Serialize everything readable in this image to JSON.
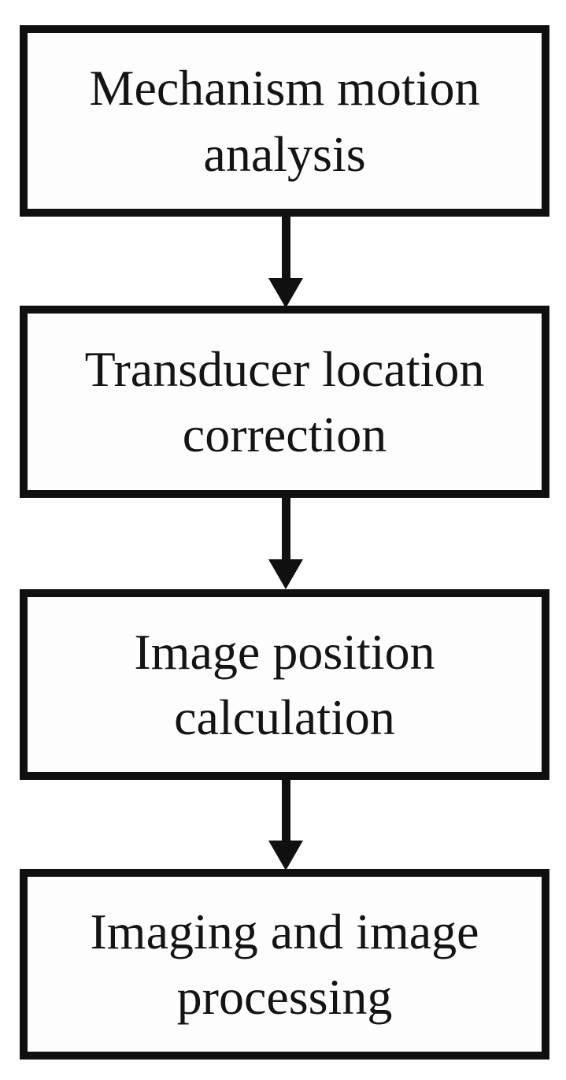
{
  "diagram": {
    "type": "flowchart",
    "direction": "top-down",
    "colors": {
      "background": "#ffffff",
      "node_border": "#101010",
      "node_fill": "#fdfdfd",
      "text": "#141414",
      "arrow": "#101010"
    },
    "nodes": [
      {
        "id": "mechanism-motion-analysis",
        "label": "Mechanism motion analysis",
        "lines": [
          "Mechanism motion",
          "analysis"
        ]
      },
      {
        "id": "transducer-location-correction",
        "label": "Transducer location correction",
        "lines": [
          "Transducer location",
          "correction"
        ]
      },
      {
        "id": "image-position-calculation",
        "label": "Image position calculation",
        "lines": [
          "Image position",
          "calculation"
        ]
      },
      {
        "id": "imaging-and-image-processing",
        "label": "Imaging and image processing",
        "lines": [
          "Imaging and image",
          "processing"
        ]
      }
    ],
    "edges": [
      {
        "from": "mechanism-motion-analysis",
        "to": "transducer-location-correction",
        "style": "arrow-down"
      },
      {
        "from": "transducer-location-correction",
        "to": "image-position-calculation",
        "style": "arrow-down"
      },
      {
        "from": "image-position-calculation",
        "to": "imaging-and-image-processing",
        "style": "arrow-down"
      }
    ]
  }
}
